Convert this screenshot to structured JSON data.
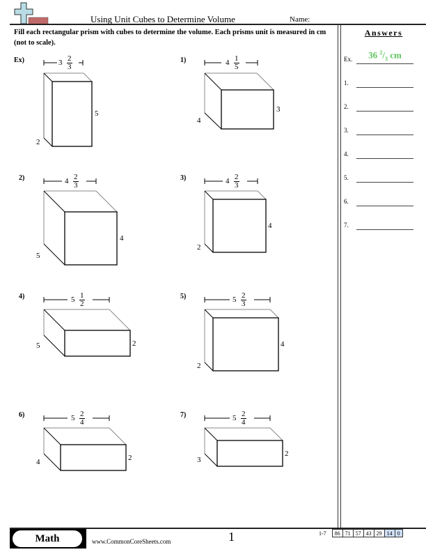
{
  "header": {
    "title": "Using Unit Cubes to Determine Volume",
    "name_label": "Name:",
    "logo_icon": "plus-logo-icon"
  },
  "instructions": "Fill each rectangular prism with cubes to determine the volume. Each prisms unit is measured in cm (not to scale).",
  "answers": {
    "title": "Answers",
    "items": [
      {
        "label": "Ex.",
        "whole": "36",
        "num": "2",
        "den": "3",
        "unit": "cm"
      },
      {
        "label": "1.",
        "value": ""
      },
      {
        "label": "2.",
        "value": ""
      },
      {
        "label": "3.",
        "value": ""
      },
      {
        "label": "4.",
        "value": ""
      },
      {
        "label": "5.",
        "value": ""
      },
      {
        "label": "6.",
        "value": ""
      },
      {
        "label": "7.",
        "value": ""
      }
    ],
    "answer_color": "#5cc45c"
  },
  "problems": [
    {
      "label": "Ex)",
      "width_whole": "3",
      "width_num": "2",
      "width_den": "3",
      "height": "5",
      "depth": "2"
    },
    {
      "label": "1)",
      "width_whole": "4",
      "width_num": "1",
      "width_den": "5",
      "height": "3",
      "depth": "4"
    },
    {
      "label": "2)",
      "width_whole": "4",
      "width_num": "2",
      "width_den": "3",
      "height": "4",
      "depth": "5"
    },
    {
      "label": "3)",
      "width_whole": "4",
      "width_num": "2",
      "width_den": "3",
      "height": "4",
      "depth": "2"
    },
    {
      "label": "4)",
      "width_whole": "5",
      "width_num": "1",
      "width_den": "2",
      "height": "2",
      "depth": "5"
    },
    {
      "label": "5)",
      "width_whole": "5",
      "width_num": "2",
      "width_den": "3",
      "height": "4",
      "depth": "2"
    },
    {
      "label": "6)",
      "width_whole": "5",
      "width_num": "2",
      "width_den": "4",
      "height": "2",
      "depth": "4"
    },
    {
      "label": "7)",
      "width_whole": "5",
      "width_num": "2",
      "width_den": "4",
      "height": "2",
      "depth": "3"
    }
  ],
  "footer": {
    "subject": "Math",
    "website": "www.CommonCoreSheets.com",
    "page": "1",
    "score_label": "1-7",
    "scores": [
      "86",
      "71",
      "57",
      "43",
      "29",
      "14",
      "0"
    ]
  }
}
